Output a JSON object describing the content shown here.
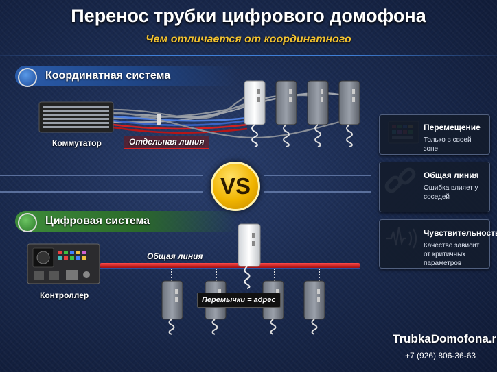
{
  "header": {
    "title": "Перенос трубки цифрового домофона",
    "subtitle": "Чем отличается от координатного"
  },
  "coordinate_section": {
    "title": "Координатная система",
    "switch_label": "Коммутатор",
    "line_tag": "Отдельная линия"
  },
  "vs_label": "VS",
  "digital_section": {
    "title": "Цифровая система",
    "controller_label": "Контроллер",
    "line_label": "Общая линия",
    "jumper_tag": "Перемычки = адрес"
  },
  "cards": [
    {
      "icon": "keypad-icon",
      "title": "Перемещение",
      "desc": "Только в своей зоне"
    },
    {
      "icon": "chain-link-icon",
      "title": "Общая линия",
      "desc": "Ошибка влияет у соседей"
    },
    {
      "icon": "signal-wave-icon",
      "title": "Чувствительность",
      "desc": "Качество зависит от критичных параметров"
    }
  ],
  "footer": {
    "site": "TrubkaDomofona.ru",
    "phone": "+7 (926) 806-36-63"
  },
  "colors": {
    "accent_yellow": "#f2c230",
    "coordinate_badge": "#2a5cab",
    "digital_badge": "#3e8d3a",
    "line_red": "#d41d1d"
  }
}
